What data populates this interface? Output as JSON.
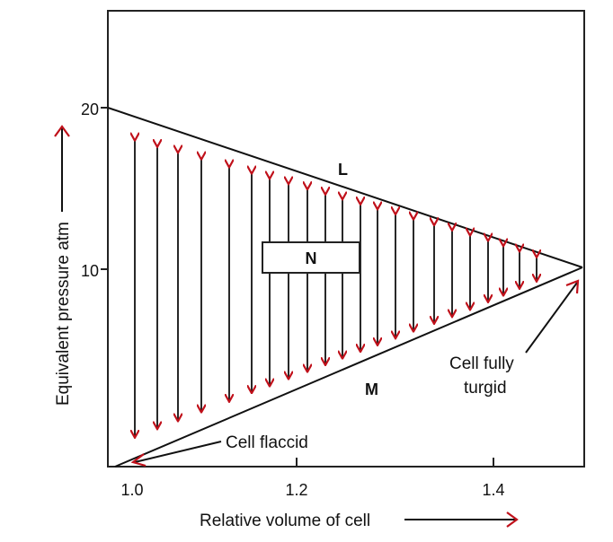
{
  "diagram": {
    "y_axis_label": "Equivalent pressure atm",
    "x_axis_label": "Relative volume of cell",
    "y_ticks": [
      "20",
      "10"
    ],
    "x_ticks": [
      "1.0",
      "1.2",
      "1.4"
    ],
    "line_L_label": "L",
    "line_M_label": "M",
    "region_label": "N",
    "annotation_flaccid": "Cell flaccid",
    "annotation_turgid_line1": "Cell fully",
    "annotation_turgid_line2": "turgid",
    "colors": {
      "line": "#111111",
      "arrow_head": "#c0101a"
    }
  }
}
